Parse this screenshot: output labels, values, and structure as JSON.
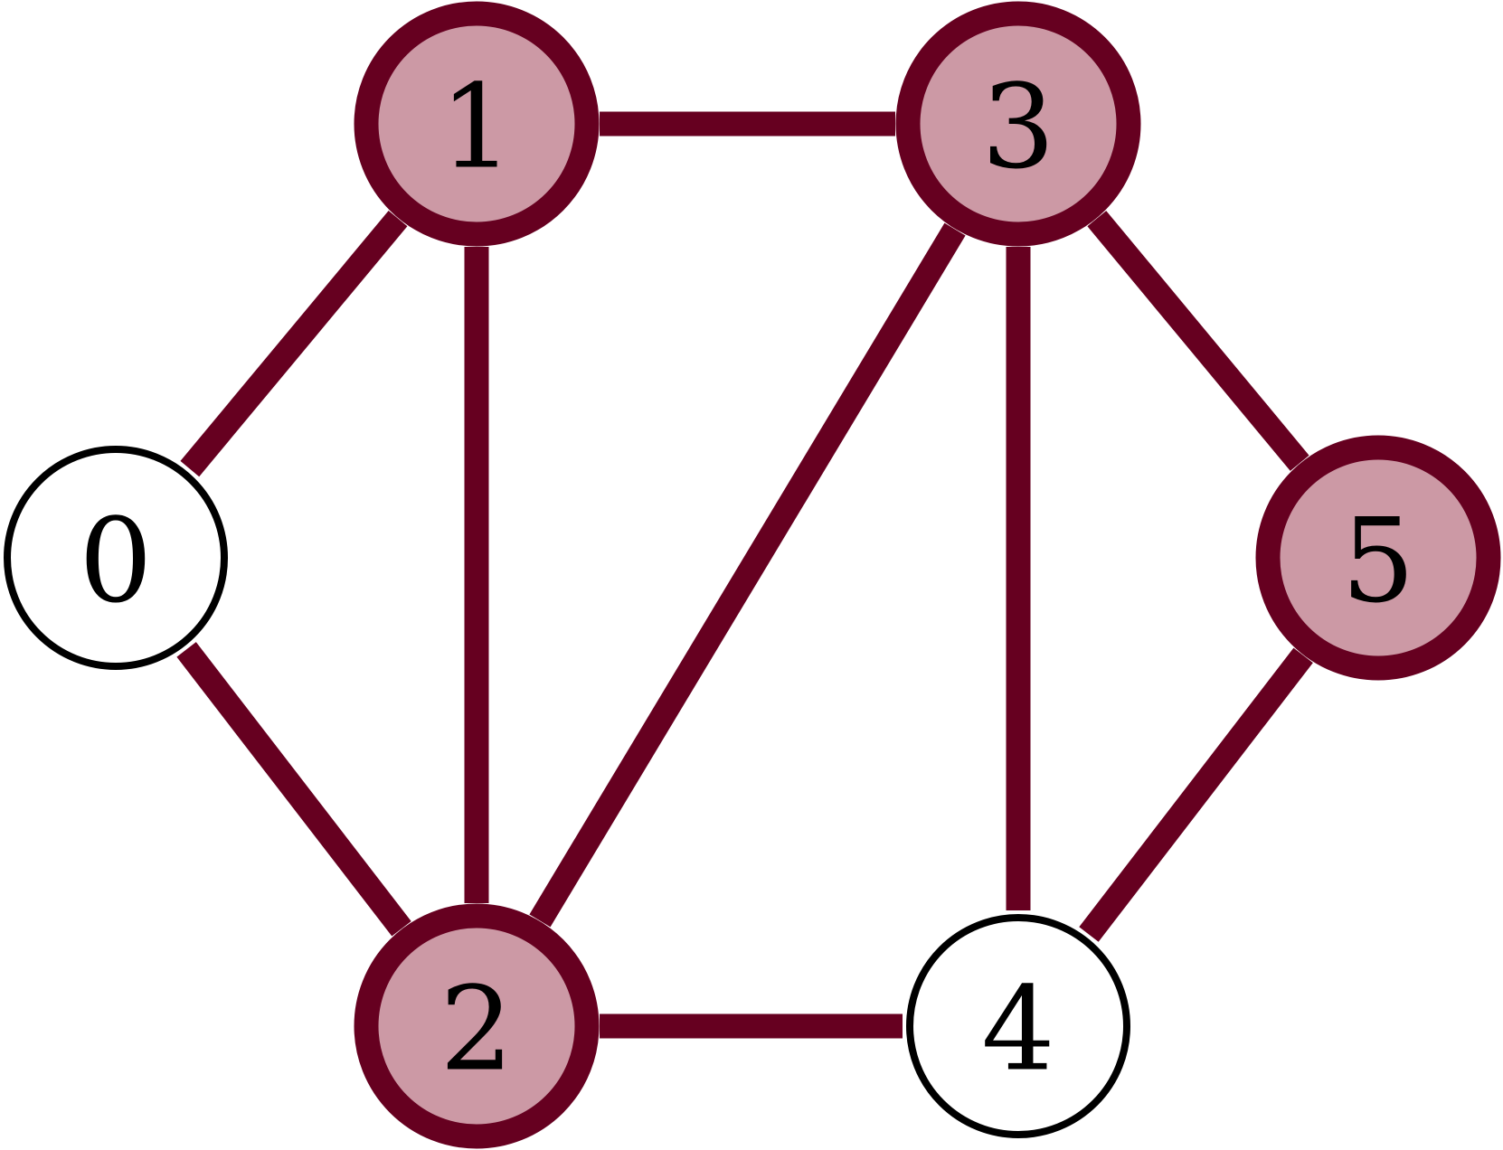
{
  "graph": {
    "colors": {
      "highlight_edge": "#660020",
      "highlight_fill": "#cc99a5",
      "plain_fill": "#ffffff",
      "plain_stroke": "#000000"
    },
    "nodes": [
      {
        "id": "0",
        "label": "0",
        "highlighted": false
      },
      {
        "id": "1",
        "label": "1",
        "highlighted": true
      },
      {
        "id": "2",
        "label": "2",
        "highlighted": true
      },
      {
        "id": "3",
        "label": "3",
        "highlighted": true
      },
      {
        "id": "4",
        "label": "4",
        "highlighted": false
      },
      {
        "id": "5",
        "label": "5",
        "highlighted": true
      }
    ],
    "edges": [
      {
        "from": "0",
        "to": "1"
      },
      {
        "from": "0",
        "to": "2"
      },
      {
        "from": "1",
        "to": "2"
      },
      {
        "from": "1",
        "to": "3"
      },
      {
        "from": "2",
        "to": "3"
      },
      {
        "from": "2",
        "to": "4"
      },
      {
        "from": "3",
        "to": "4"
      },
      {
        "from": "3",
        "to": "5"
      },
      {
        "from": "4",
        "to": "5"
      }
    ]
  }
}
